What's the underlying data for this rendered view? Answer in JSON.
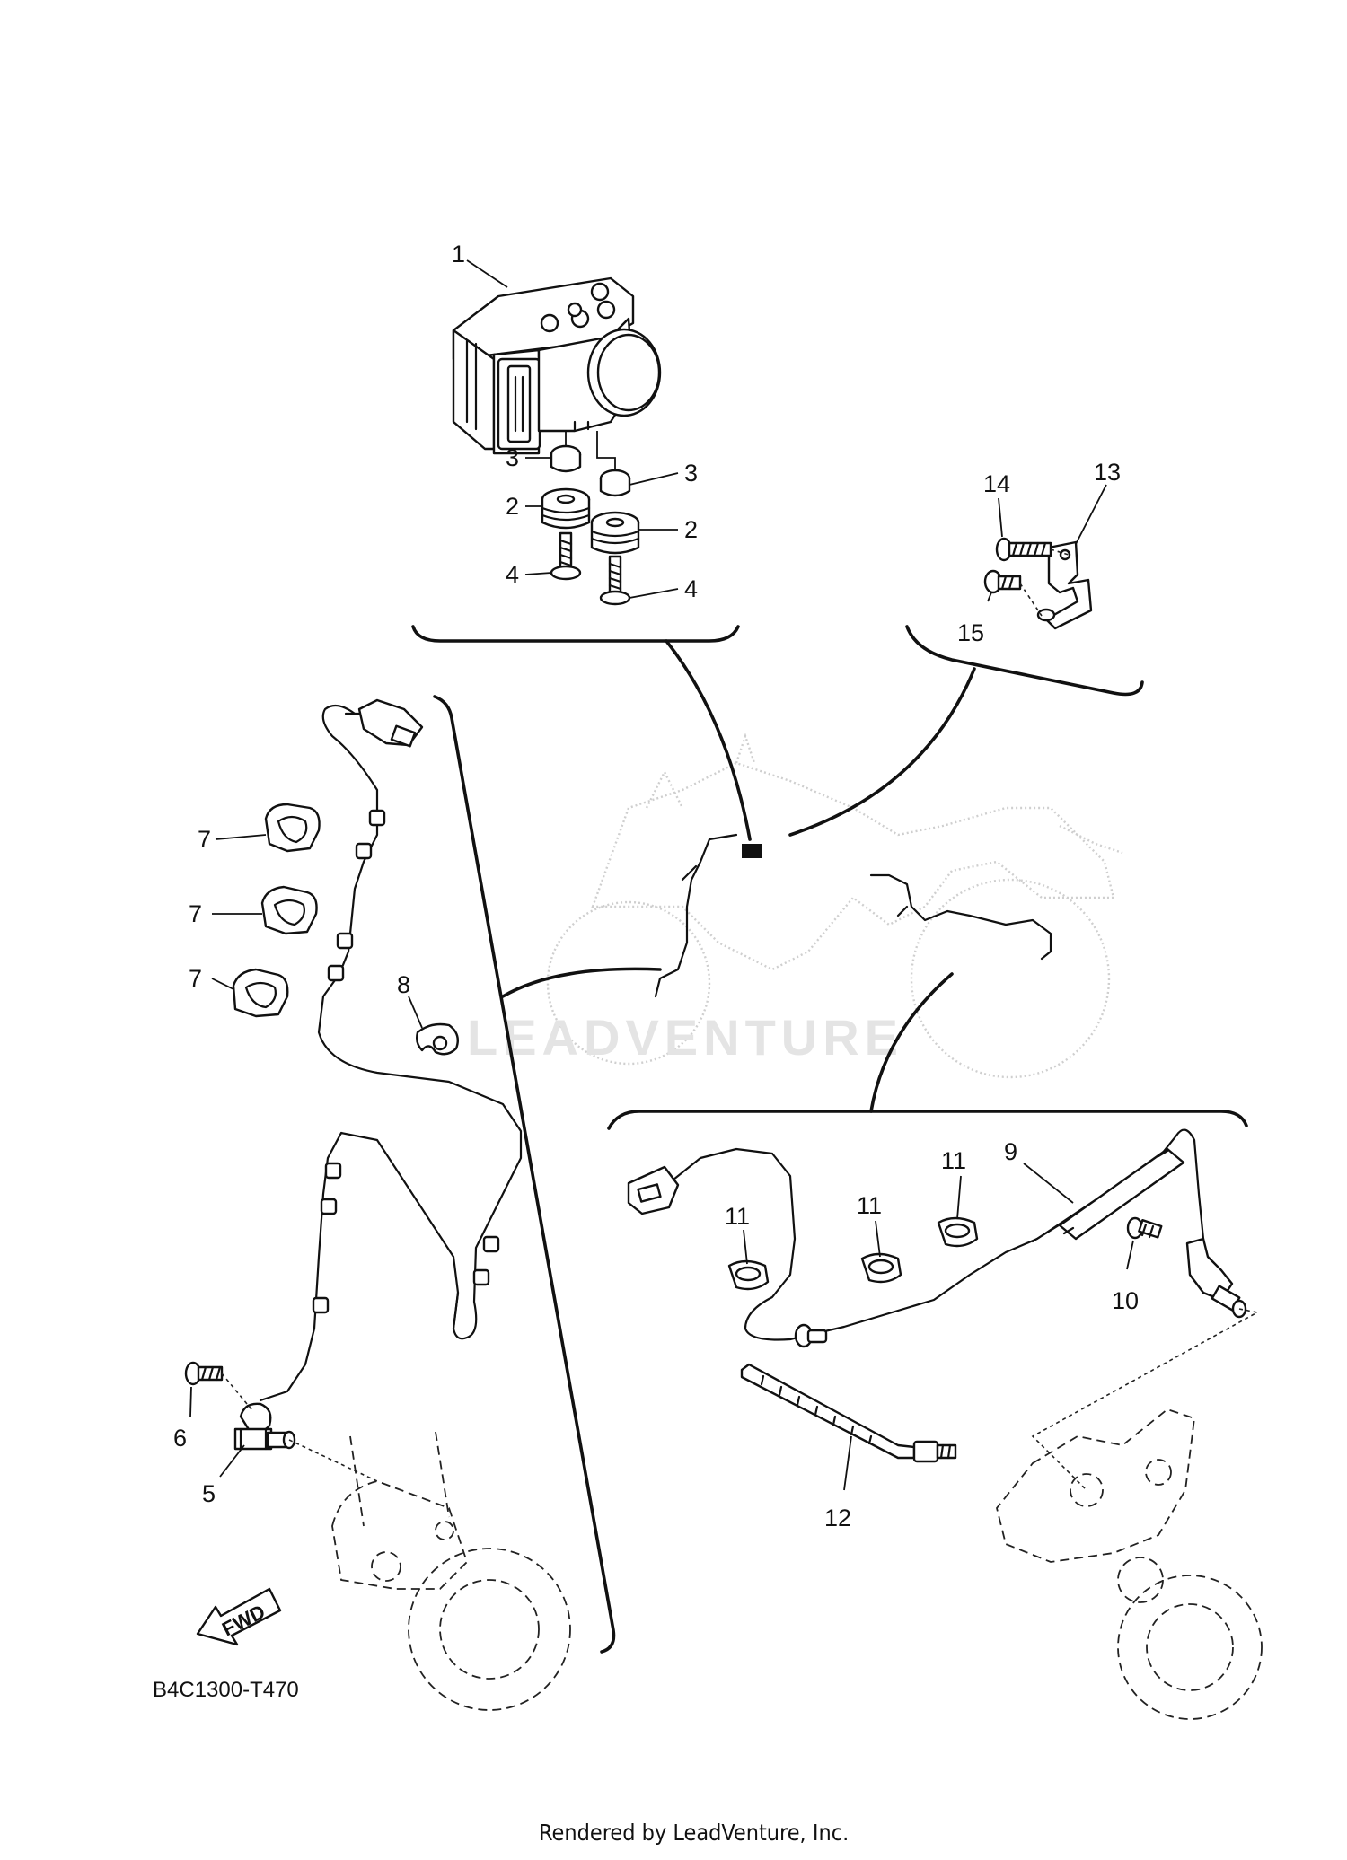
{
  "diagram": {
    "figure_code": "B4C1300-T470",
    "footer": "Rendered by LeadVenture, Inc.",
    "watermark": "LEADVENTURE",
    "fwd_label": "FWD",
    "callouts": {
      "c1": "1",
      "c2a": "2",
      "c2b": "2",
      "c3a": "3",
      "c3b": "3",
      "c4a": "4",
      "c4b": "4",
      "c5": "5",
      "c6": "6",
      "c7a": "7",
      "c7b": "7",
      "c7c": "7",
      "c8": "8",
      "c9": "9",
      "c10": "10",
      "c11a": "11",
      "c11b": "11",
      "c11c": "11",
      "c12": "12",
      "c13": "13",
      "c14": "14",
      "c15": "15"
    }
  }
}
